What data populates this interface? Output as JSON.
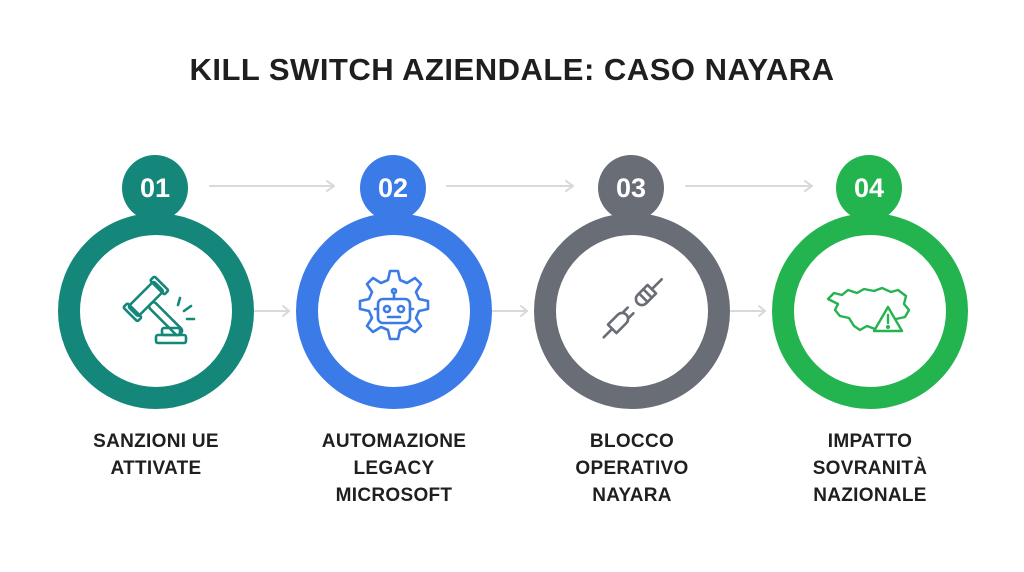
{
  "title": "KILL SWITCH AZIENDALE: CASO NAYARA",
  "steps": [
    {
      "number": "01",
      "label_lines": [
        "SANZIONI UE",
        "ATTIVATE"
      ],
      "color": "#14877a",
      "icon": "gavel-icon"
    },
    {
      "number": "02",
      "label_lines": [
        "AUTOMAZIONE",
        "LEGACY",
        "MICROSOFT"
      ],
      "color": "#3b7be8",
      "icon": "robot-gear-icon"
    },
    {
      "number": "03",
      "label_lines": [
        "BLOCCO",
        "OPERATIVO",
        "NAYARA"
      ],
      "color": "#686d76",
      "icon": "unplugged-icon"
    },
    {
      "number": "04",
      "label_lines": [
        "IMPATTO",
        "SOVRANITÀ",
        "NAZIONALE"
      ],
      "color": "#23b34f",
      "icon": "map-warning-icon"
    }
  ],
  "connector_color": "#d7d9dd"
}
